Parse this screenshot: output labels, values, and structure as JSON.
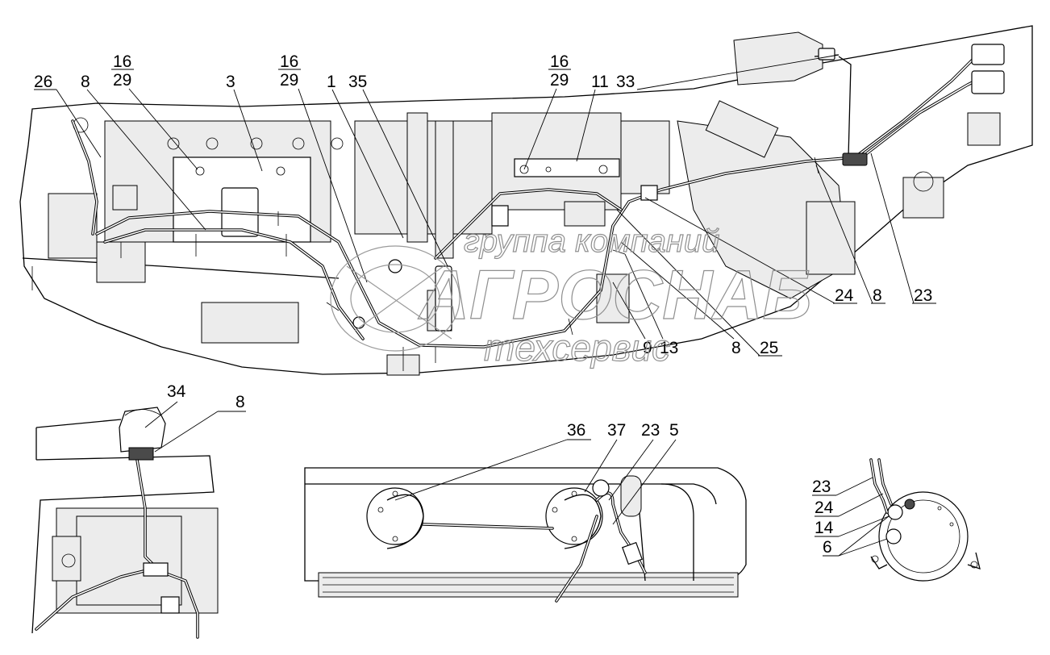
{
  "callouts": {
    "c26": "26",
    "c8a": "8",
    "c16a": "16",
    "c29a": "29",
    "c3": "3",
    "c16b": "16",
    "c29b": "29",
    "c1": "1",
    "c35": "35",
    "c16c": "16",
    "c29c": "29",
    "c11": "11",
    "c33": "33",
    "c24a": "24",
    "c8b": "8",
    "c23a": "23",
    "c9": "9",
    "c13": "13",
    "c8c": "8",
    "c25": "25",
    "c34": "34",
    "c8d": "8",
    "c36": "36",
    "c37": "37",
    "c23b": "23",
    "c5": "5",
    "c23c": "23",
    "c24b": "24",
    "c14": "14",
    "c6": "6"
  },
  "watermark": {
    "line1": "группа компаний",
    "line2": "АГРОСНАБ",
    "line3": "техсервис"
  }
}
